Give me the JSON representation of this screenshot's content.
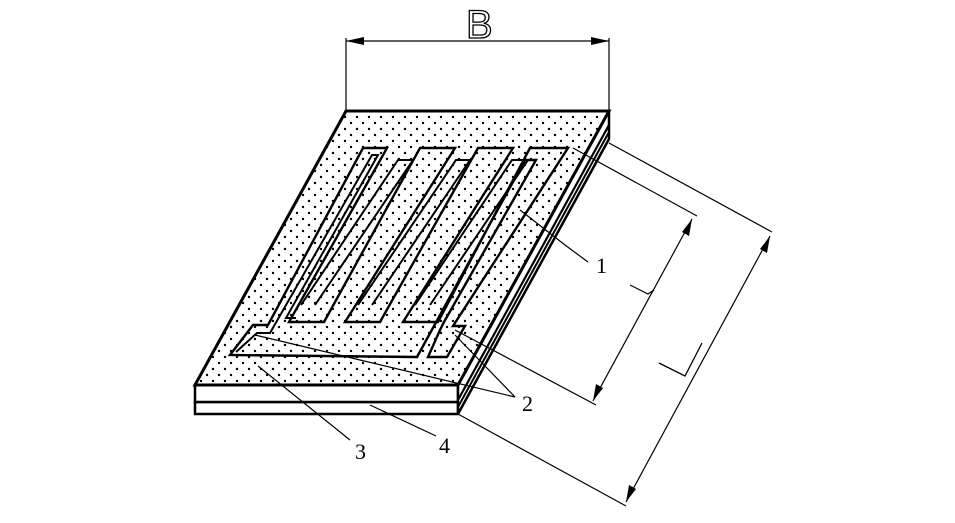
{
  "dimensions": {
    "width_label": "B",
    "length_label": "L"
  },
  "callouts": {
    "c1": "1",
    "c2": "2",
    "c3": "3",
    "c4": "4"
  },
  "colors": {
    "line": "#000000",
    "background": "#ffffff",
    "stipple": "#000000"
  }
}
